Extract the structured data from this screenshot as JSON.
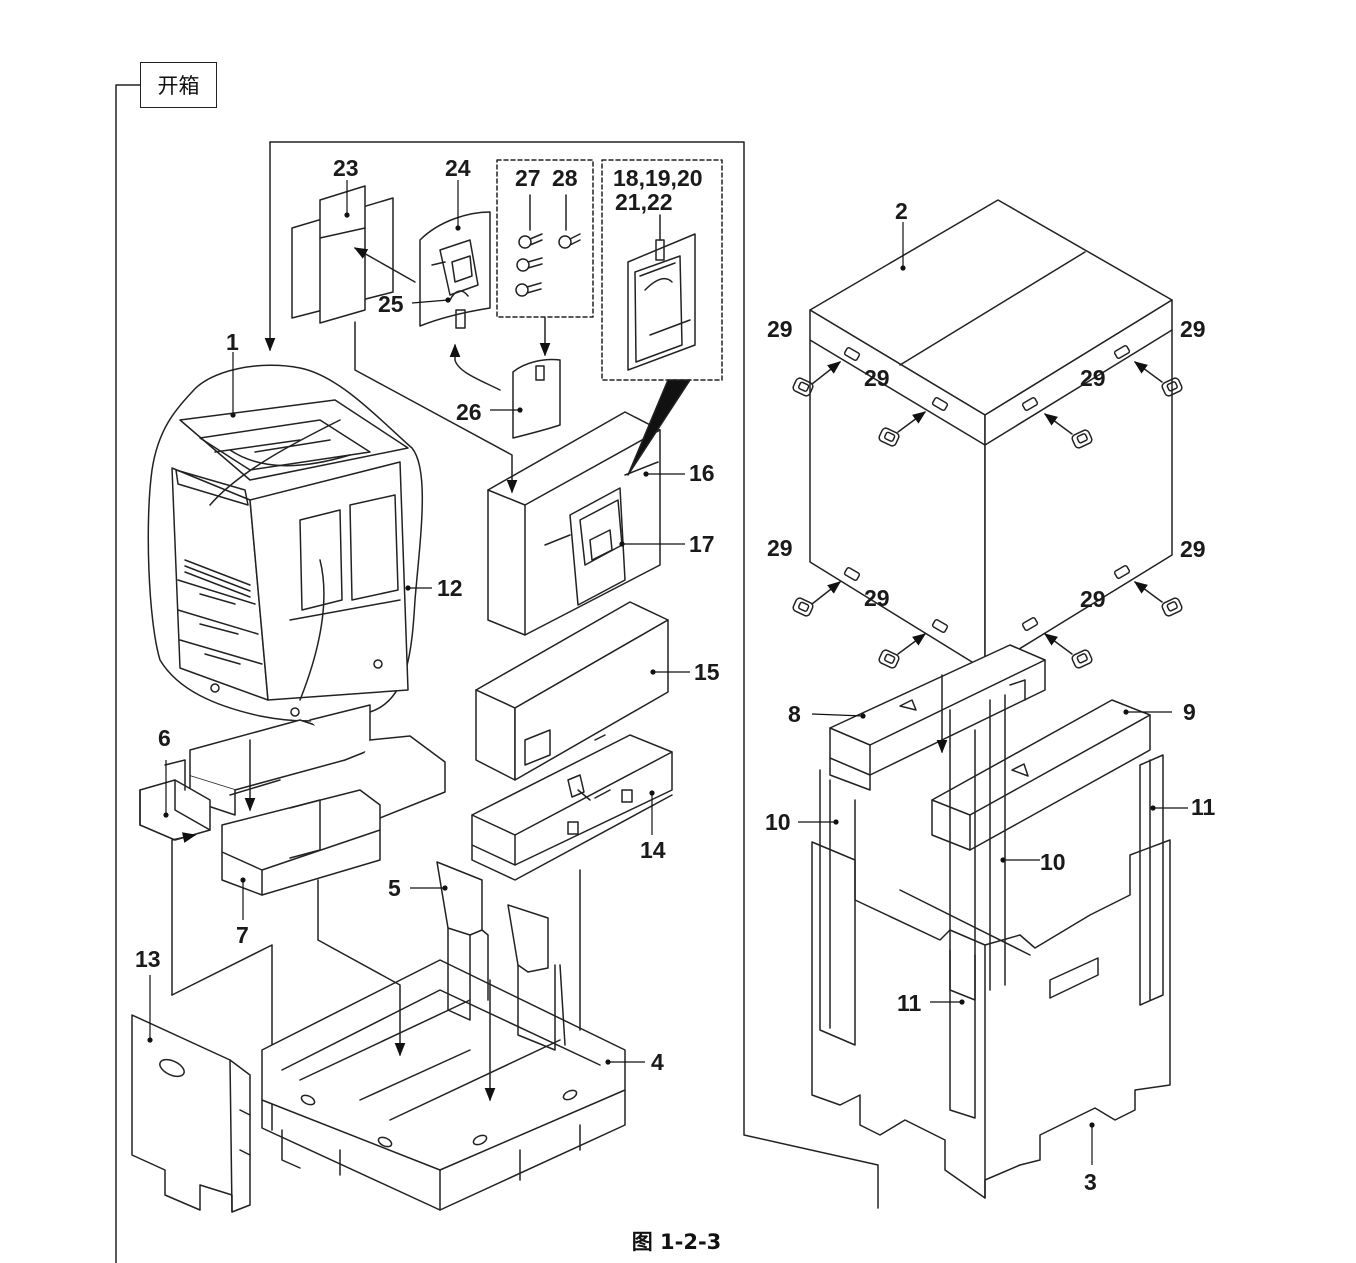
{
  "section": {
    "label": "开箱"
  },
  "figure": {
    "caption": "图 1-2-3"
  },
  "callouts": {
    "c1": "1",
    "c2": "2",
    "c3": "3",
    "c4": "4",
    "c5": "5",
    "c6": "6",
    "c7": "7",
    "c8": "8",
    "c9": "9",
    "c10a": "10",
    "c10b": "10",
    "c11a": "11",
    "c11b": "11",
    "c12": "12",
    "c13": "13",
    "c14": "14",
    "c15": "15",
    "c16": "16",
    "c17": "17",
    "c18_20": "18,19,20",
    "c21_22": "21,22",
    "c23": "23",
    "c24": "24",
    "c25": "25",
    "c26": "26",
    "c27": "27",
    "c28": "28",
    "c29a": "29",
    "c29b": "29",
    "c29c": "29",
    "c29d": "29",
    "c29e": "29",
    "c29f": "29",
    "c29g": "29",
    "c29h": "29"
  }
}
